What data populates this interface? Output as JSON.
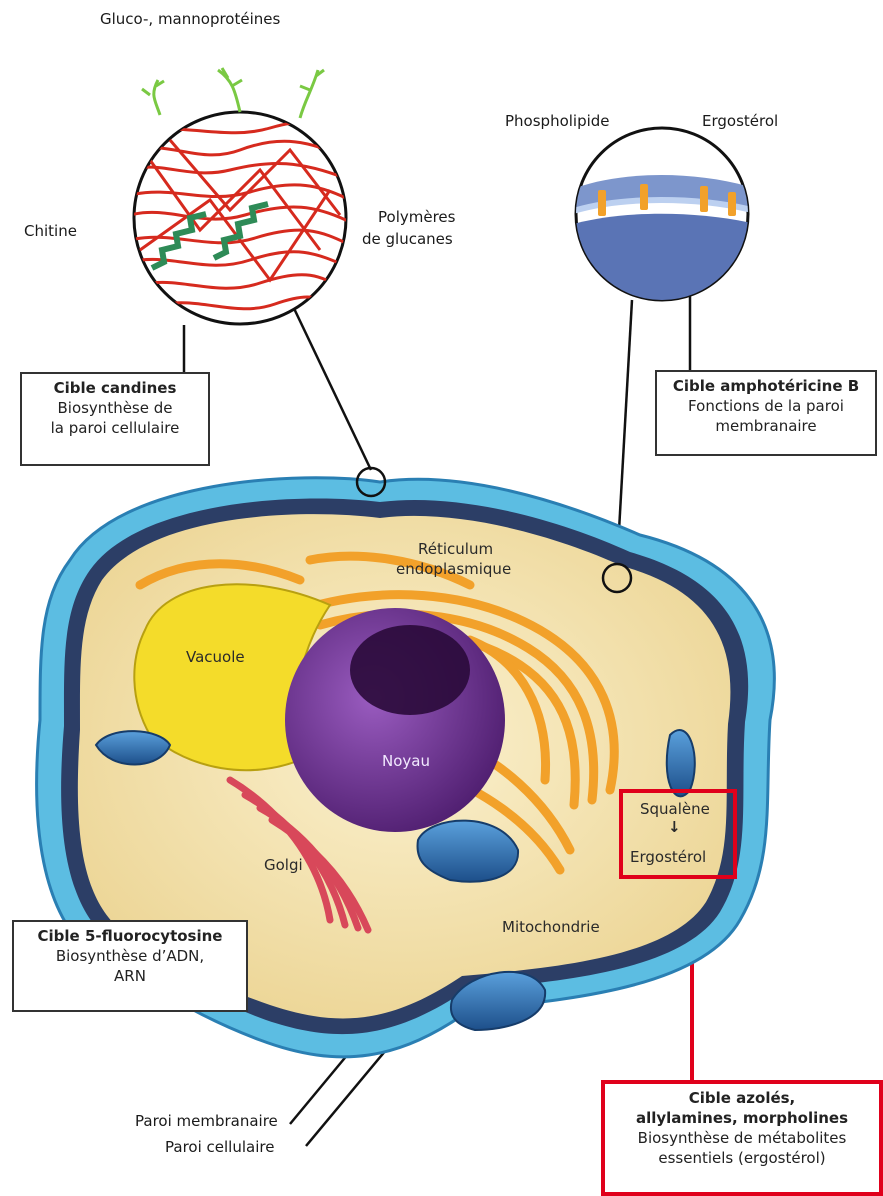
{
  "labels": {
    "glyco": "Gluco-, mannoprotéines",
    "chitine": "Chitine",
    "polymeres_1": "Polymères",
    "polymeres_2": "de glucanes",
    "phospholipide": "Phospholipide",
    "ergosterol_top": "Ergostérol",
    "reticulum_1": "Réticulum",
    "reticulum_2": "endoplasmique",
    "vacuole": "Vacuole",
    "noyau": "Noyau",
    "golgi": "Golgi",
    "mitochondrie": "Mitochondrie",
    "squalene": "Squalène",
    "arrow": "↓",
    "ergosterol_cell": "Ergostérol",
    "paroi_membranaire": "Paroi membranaire",
    "paroi_cellulaire": "Paroi cellulaire"
  },
  "boxes": {
    "candines": {
      "title": "Cible candines",
      "line1": "Biosynthèse de",
      "line2": "la paroi cellulaire"
    },
    "amphotericine": {
      "title": "Cible amphotéricine B",
      "line1": "Fonctions de la paroi",
      "line2": "membranaire"
    },
    "fluorocytosine": {
      "title": "Cible 5-fluorocytosine",
      "line1": "Biosynthèse d’ADN,",
      "line2": "ARN"
    },
    "azoles": {
      "title1": "Cible azolés,",
      "title2": "allylamines, morpholines",
      "line1": "Biosynthèse de métabolites",
      "line2": "essentiels (ergostérol)"
    }
  },
  "colors": {
    "target_highlight": "#e0001b",
    "outer_wall": "#5cbde2",
    "membrane": "#2c3e66",
    "cytoplasm": "#f6e7b8",
    "vacuole": "#f4dc2a",
    "nucleus": "#6a2d8c",
    "reticulum": "#f2a12a",
    "golgi": "#d8485a",
    "mitochondria": "#2c6fb0",
    "chitin": "#2e8b57",
    "glucan": "#d62a1e",
    "mannoprotein": "#7ac943"
  }
}
